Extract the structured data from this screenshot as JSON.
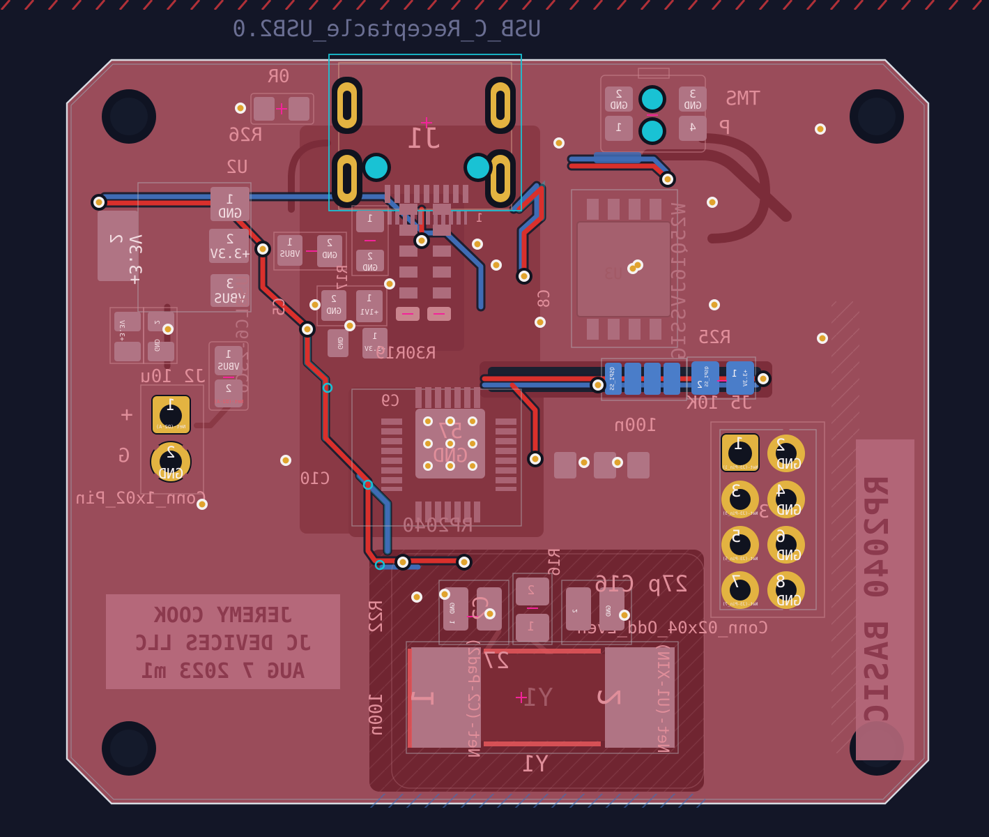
{
  "app": "pcb-layout-bottom-view",
  "title": "USB_C_Receptacle_USB2.0",
  "branding": {
    "line1": "JEREMY COOK",
    "line2": "JC DEVICES LLC",
    "line3": "AUG 7 2023 m1",
    "board_name": "RP2040 BASIC"
  },
  "labels": {
    "gnd": "GND",
    "vbus": "VBUS",
    "v33": "+3.3V",
    "v11": "+1V1",
    "p1": "1",
    "p2": "2",
    "p3": "3",
    "p4": "4",
    "p5": "5",
    "p6": "6",
    "p7": "7",
    "p8": "8",
    "plus": "+",
    "g": "G",
    "qspi": "QSPI_SS"
  },
  "refs": {
    "u1_pad": "57",
    "u1": "RP2040",
    "u2": "U2",
    "u3_value": "W25Q16JVSSIG",
    "j1": "J1",
    "j2": "J2 10u",
    "j3": "3",
    "j5": "J5 10K",
    "r0": "0R",
    "r26": "R26",
    "r25": "R25",
    "r22": "R22",
    "r16": "R16",
    "r17": "R17",
    "r30r19": "R30R19",
    "c2": "C2",
    "c5": "C5",
    "c8": "C8",
    "c9": "C9",
    "c10": "C10",
    "c16": "27p C16",
    "c100n": "100n",
    "d5": "USBLC6-2SC6",
    "y1": "Y1",
    "v27": "27",
    "tms": "TMS",
    "p_glyph": "P"
  },
  "connectors": {
    "conn1x02": "Conn_1x02_Pin",
    "conn02x04": "Conn_02x04_Odd_Even"
  },
  "nets": {
    "d2a": "Net-(D2-A)",
    "c2pad2": "Net-(C2-Pad2)",
    "u1xin": "Net-(U1-XIN)",
    "j3p1": "Net-(J3-Pin_1)",
    "j3p3": "Net-(J3-Pin_3)",
    "j3p5": "Net-(J3-Pin_5)",
    "j3p7": "Net-(J3-Pin_7)"
  },
  "colors": {
    "background": "#131627",
    "board": "#9a4c5a",
    "pour_dark": "#702531",
    "pad": "#b07484",
    "pad_gold": "#e3b341",
    "via_gold": "#e0a32e",
    "trace_red": "#d9302c",
    "trace_blue": "#3f6cb5",
    "teal": "#19c2d4",
    "silkscreen": "#e08e9a",
    "title_text": "#6a6e92",
    "magenta": "#f2249a",
    "branding_bg": "#b5687a",
    "branding_text": "#8c3a4e",
    "edge_cut": "#d8dbe2"
  }
}
